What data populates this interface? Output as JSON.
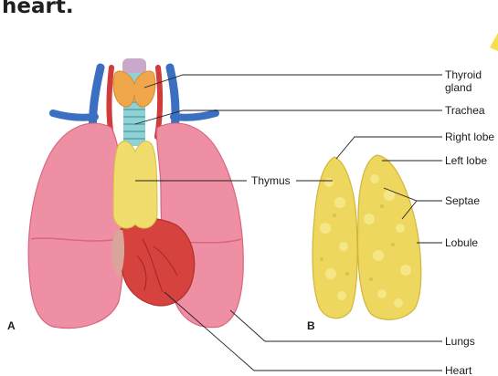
{
  "heading": "heart.",
  "panels": {
    "a": "A",
    "b": "B"
  },
  "labels": {
    "thyroid_line1": "Thyroid",
    "thyroid_line2": "gland",
    "trachea": "Trachea",
    "thymus": "Thymus",
    "right_lobe": "Right lobe",
    "left_lobe": "Left lobe",
    "septae": "Septae",
    "lobule": "Lobule",
    "lungs": "Lungs",
    "heart": "Heart"
  },
  "colors": {
    "lung": "#ef8fa4",
    "lung_shade": "#d9657f",
    "thymus": "#f1dc6e",
    "heart": "#d6423d",
    "thyroid": "#f0a64a",
    "trachea": "#8fd1d4",
    "vein": "#3a6fc2",
    "artery": "#d23b3b"
  }
}
